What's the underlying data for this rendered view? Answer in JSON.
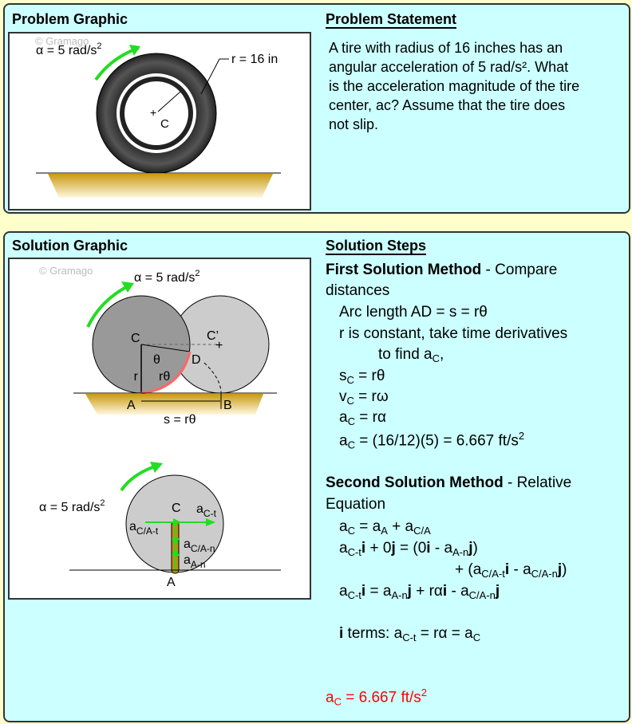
{
  "problem": {
    "graphic_title": "Problem Graphic",
    "statement_title": "Problem Statement",
    "statement_lines": [
      "A tire with radius of 16 inches has an",
      "angular  acceleration of 5 rad/s². What",
      "is the acceleration magnitude of the tire",
      "center, aᴄ? Assume that the tire does",
      "not slip."
    ],
    "graphic": {
      "watermark": "© Gramago",
      "alpha": "α = 5 rad/s",
      "alpha_exp": "2",
      "radius": "r = 16 in",
      "center": "C"
    }
  },
  "solution": {
    "graphic_title": "Solution Graphic",
    "steps_title": "Solution Steps",
    "graphic": {
      "watermark": "© Gramago",
      "alpha": "α = 5 rad/s",
      "alpha_exp": "2",
      "C": "C",
      "C_prime": "C’",
      "D": "D",
      "A": "A",
      "B": "B",
      "theta": "θ",
      "r": "r",
      "r_theta": "rθ",
      "s_eq": "s = rθ",
      "a": "a",
      "sub_Ct": "C-t",
      "sub_CAt": "C/A-t",
      "sub_CAn": "C/A-n",
      "sub_An": "A-n"
    },
    "method1": {
      "title": "First Solution Method",
      "title_rest": " - Compare",
      "line2": "distances",
      "arc": "Arc length AD = s = rθ",
      "deriv1": "r is constant, take time derivatives",
      "deriv2": "to find a",
      "deriv2_sub": "C",
      "deriv2_end": ",",
      "s": "s",
      "s_rest": " = rθ",
      "v": "v",
      "v_rest": " = rω",
      "a": "a",
      "a_rest": " = rα",
      "calc": " = (16/12)(5) = 6.667 ft/s",
      "sub_C": "C",
      "exp": "2"
    },
    "method2": {
      "title": "Second Solution Method",
      "title_rest": " - Relative",
      "line2": "Equation",
      "eq1": "a",
      "eq1_s1": "C",
      "eq1_m": " = a",
      "eq1_s2": "A",
      "eq1_m2": " + a",
      "eq1_s3": "C/A",
      "eq2": "a ",
      "eq2_full": "a_{C-t} i + 0j = (0i - a_{A-n} j)",
      "t_Ct": "C-t",
      "t_An": "A-n",
      "t_CAt": "C/A-t",
      "t_CAn": "C/A-n",
      "i": "i",
      "j": "j",
      "i_terms": "i",
      "i_terms_rest": " terms: a",
      "i_terms_end": " = rα = a",
      "i_terms_C": "C"
    },
    "answer": "a",
    "answer_sub": "C",
    "answer_rest": " = 6.667 ft/s",
    "answer_exp": "2"
  },
  "colors": {
    "background": "#ffffcc",
    "panel": "#ccffff",
    "arrow": "#22dd22",
    "answer": "#ff0000",
    "arc": "#ff6666"
  }
}
